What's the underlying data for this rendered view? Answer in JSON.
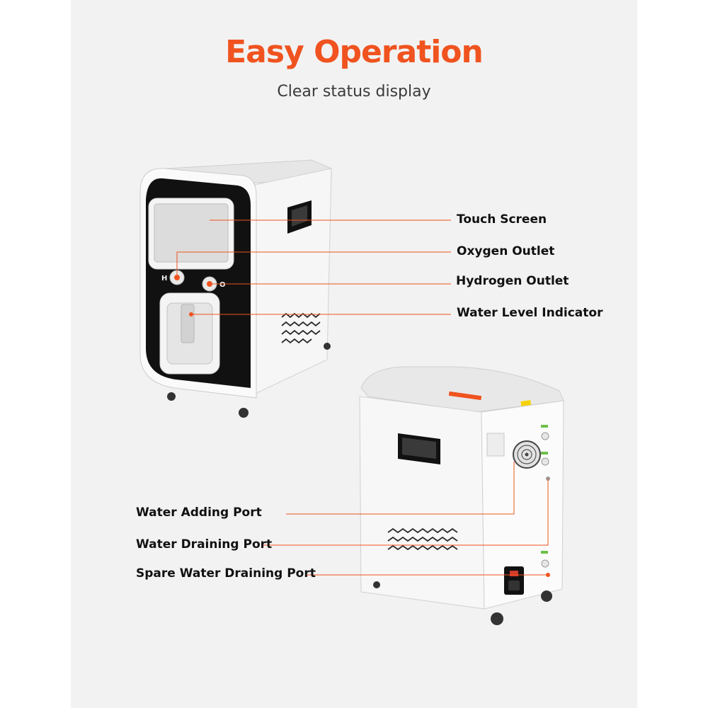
{
  "header": {
    "title": "Easy Operation",
    "subtitle": "Clear status display"
  },
  "front_unit": {
    "callouts": [
      "Touch Screen",
      "Oxygen Outlet",
      "Hydrogen Outlet",
      "Water Level Indicator"
    ]
  },
  "rear_unit": {
    "callouts": [
      "Water Adding Port",
      "Water Draining Port",
      "Spare Water Draining Port"
    ]
  },
  "colors": {
    "accent": "#f0531f",
    "background": "#f2f2f2",
    "bezel": "#111111",
    "body": "#f7f7f7"
  }
}
